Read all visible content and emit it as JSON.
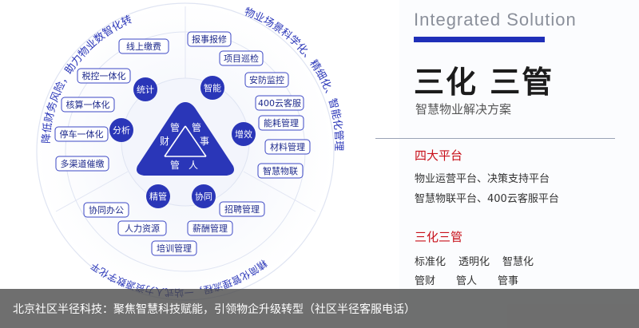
{
  "diagram": {
    "arc_texts": [
      {
        "id": "top-left",
        "text": "降低财务风险，助力物业数智化转型"
      },
      {
        "id": "top-right",
        "text": "物业场景科学化、精细化、智能化管理"
      },
      {
        "id": "bottom",
        "text": "精简化管理流程，一站式人力资源数字化平台"
      }
    ],
    "nodes": [
      {
        "text": "统计"
      },
      {
        "text": "智能"
      },
      {
        "text": "分析"
      },
      {
        "text": "增效"
      },
      {
        "text": "精管"
      },
      {
        "text": "协同"
      }
    ],
    "features": [
      {
        "text": "线上缴费"
      },
      {
        "text": "报事报修"
      },
      {
        "text": "税控一体化"
      },
      {
        "text": "项目巡检"
      },
      {
        "text": "安防监控"
      },
      {
        "text": "核算一体化"
      },
      {
        "text": "400云客服"
      },
      {
        "text": "能耗管理"
      },
      {
        "text": "停车一体化"
      },
      {
        "text": "材料管理"
      },
      {
        "text": "多渠道催缴"
      },
      {
        "text": "智慧物联"
      },
      {
        "text": "招聘管理"
      },
      {
        "text": "协同办公"
      },
      {
        "text": "薪酬管理"
      },
      {
        "text": "人力资源"
      },
      {
        "text": "培训管理"
      }
    ],
    "center": {
      "words": [
        "管",
        "财",
        "管",
        "事",
        "管",
        "人"
      ]
    },
    "colors": {
      "accent": "#1f2fb8",
      "node": "#2a36b8",
      "feature_border": "#3b47c4",
      "red": "#c8101a"
    }
  },
  "right_panel": {
    "title_en": "Integrated Solution",
    "title_main": "三化 三管",
    "subtitle": "智慧物业解决方案",
    "section1": {
      "heading": "四大平台",
      "lines": [
        "物业运营平台、决策支持平台",
        "智慧物联平台、400云客服平台"
      ]
    },
    "section2": {
      "heading": "三化三管",
      "row1": [
        "标准化",
        "透明化",
        "智慧化"
      ],
      "row2": [
        "管财",
        "管人",
        "管事"
      ]
    }
  },
  "caption": "北京社区半径科技：聚焦智慧科技赋能，引领物企升级转型（社区半径客服电话）"
}
